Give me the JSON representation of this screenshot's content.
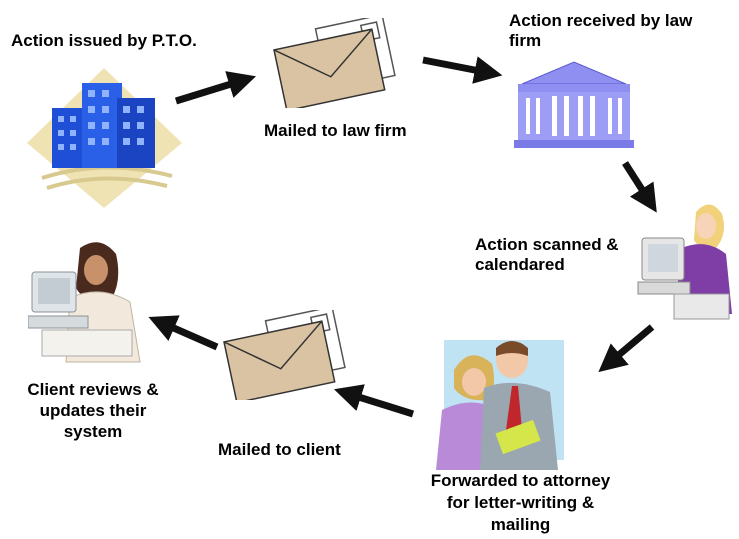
{
  "steps": [
    {
      "id": "pto",
      "label": "Action issued by P.T.O.",
      "icon": "office-buildings-icon"
    },
    {
      "id": "mail1",
      "label": "Mailed to law firm",
      "icon": "envelope-icon"
    },
    {
      "id": "lawfirm",
      "label": "Action received by law firm",
      "icon": "courthouse-icon"
    },
    {
      "id": "scan",
      "label": "Action scanned & calendared",
      "icon": "clerk-at-computer-icon"
    },
    {
      "id": "attorney",
      "label": "Forwarded to attorney for letter-writing & mailing",
      "icon": "attorneys-reviewing-icon"
    },
    {
      "id": "mail2",
      "label": "Mailed to client",
      "icon": "envelope-icon"
    },
    {
      "id": "client",
      "label": "Client reviews & updates their system",
      "icon": "client-at-computer-icon"
    }
  ],
  "colors": {
    "arrow": "#111111",
    "building_blue": "#1f4fd6",
    "backdrop_tan": "#efe3b4",
    "courthouse": "#8f8ff2",
    "envelope": "#d9c3a3"
  }
}
